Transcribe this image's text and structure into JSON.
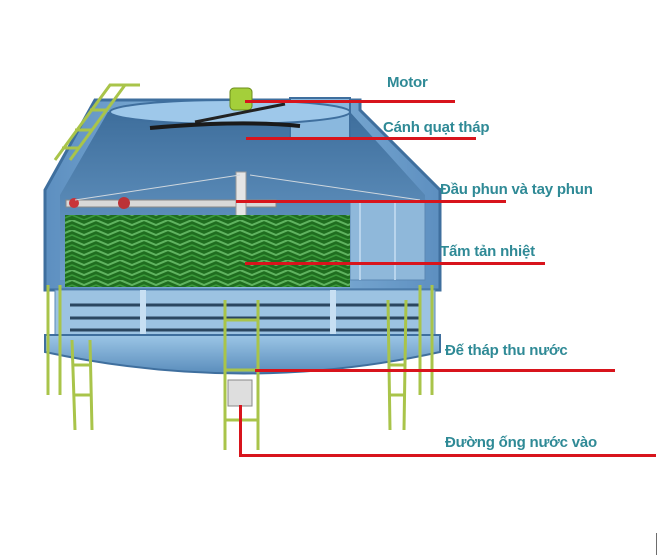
{
  "diagram": {
    "subject": "Cooling tower cutaway",
    "colors": {
      "label_text": "#2f8a96",
      "leader_line": "#d8141c",
      "shell": "#7fb0d6",
      "shell_dark": "#4f84b3",
      "fill_media": "#2e8b2e",
      "ladder": "#a9c44a"
    },
    "labels": [
      {
        "id": "motor",
        "text": "Motor"
      },
      {
        "id": "fan",
        "text": "Cánh quạt tháp"
      },
      {
        "id": "sprinkler",
        "text": "Đầu phun và tay phun"
      },
      {
        "id": "fill",
        "text": "Tấm tản nhiệt"
      },
      {
        "id": "basin",
        "text": "Đế tháp thu nước"
      },
      {
        "id": "inlet",
        "text": "Đường ống nước vào"
      }
    ]
  }
}
